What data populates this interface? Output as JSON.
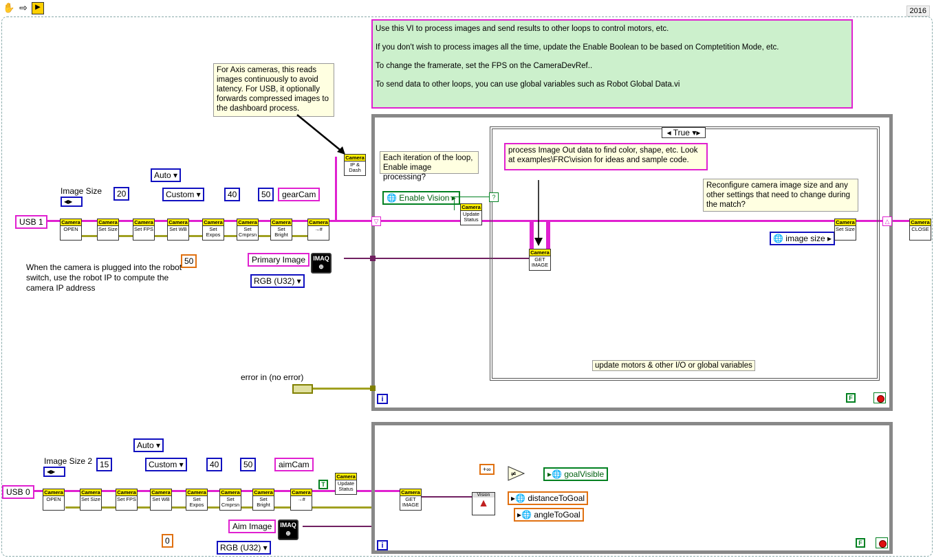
{
  "toolbar": {
    "hand_icon": "hand-icon",
    "arrow_icon": "arrow-right-icon",
    "run_icon": "run-icon",
    "year": "2016"
  },
  "notes": {
    "axis": "For Axis cameras, this reads images continuously to avoid latency. For USB, it optionally forwards compressed images to the dashboard process.",
    "usb_ip": "When the camera is plugged into the robot switch, use the robot IP to compute the camera IP address",
    "main_lines": [
      "Use this VI to process images and send results to other loops to control motors, etc.",
      "If you don't wish to process images all the time, update the Enable Boolean to be based on Comptetition Mode, etc.",
      "To change the framerate, set the FPS on the CameraDevRef..",
      "To send data to other loops, you can use global variables such as Robot Global Data.vi"
    ],
    "loop_iter": "Each iteration of the loop, Enable image processing?",
    "process": "process Image Out data to find color, shape, etc.  Look at examples\\FRC\\vision for ideas and sample code.",
    "reconfigure": "Reconfigure camera image size and any other settings that need to change during the match?",
    "update_motors": "update motors & other I/O or global variables"
  },
  "top": {
    "usb": "USB 1",
    "image_size_label": "Image Size",
    "fps": "20",
    "wb": "Auto",
    "expos": "Custom",
    "cmprsn": "40",
    "bright": "50",
    "name": "gearCam",
    "expos_val": "50",
    "primary_image": "Primary Image",
    "rgb": "RGB (U32)",
    "error_in": "error in (no error)"
  },
  "bottom": {
    "usb": "USB 0",
    "image_size_label": "Image Size 2",
    "fps": "15",
    "wb": "Auto",
    "expos": "Custom",
    "cmprsn": "40",
    "bright": "50",
    "name": "aimCam",
    "expos_val": "0",
    "aim_image": "Aim Image",
    "rgb": "RGB (U32)",
    "inf": "+∞",
    "goal_visible": "goalVisible",
    "distance": "distanceToGoal",
    "angle": "angleToGoal",
    "vision": "Vision"
  },
  "loop": {
    "case_selector": "True",
    "enable_vision": "Enable Vision",
    "image_size": "image size",
    "iter": "i",
    "false_const": "F",
    "true_const": "T"
  },
  "vis": {
    "camera": "Camera",
    "open": "OPEN",
    "set_size": "Set Size",
    "set_fps": "Set FPS",
    "set_wb": "Set WB",
    "set_expos": "Set Expos",
    "set_cmprsn": "Set Cmprsn",
    "set_bright": "Set Bright",
    "ip_dash": "IP & Dash",
    "update_status": "Update Status",
    "get_image": "GET IMAGE",
    "close": "CLOSE",
    "imaq": "IMAQ"
  }
}
